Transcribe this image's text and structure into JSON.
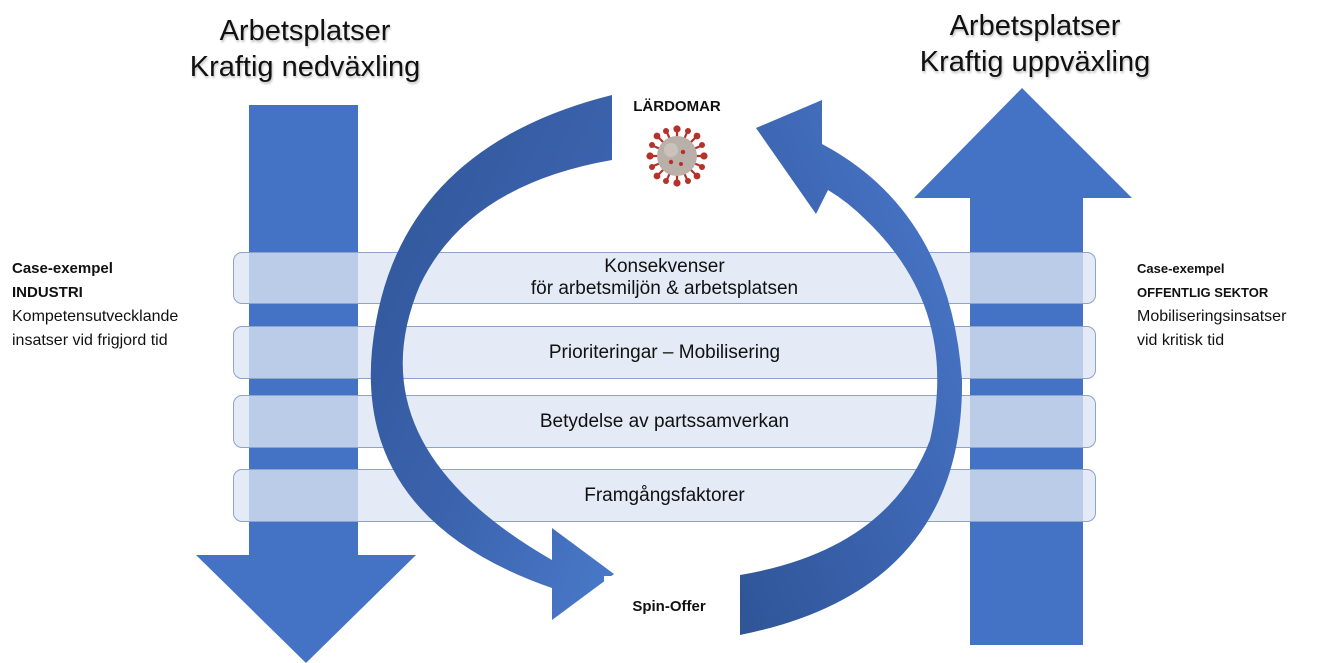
{
  "left_heading": {
    "line1": "Arbetsplatser",
    "line2": "Kraftig nedväxling"
  },
  "right_heading": {
    "line1": "Arbetsplatser",
    "line2": "Kraftig uppväxling"
  },
  "left_case": {
    "title": "Case-exempel",
    "sector": "INDUSTRI",
    "line1": "Kompetensutvecklande",
    "line2": "insatser vid frigjord tid"
  },
  "right_case": {
    "title": "Case-exempel",
    "sector": "OFFENTLIG SEKTOR",
    "line1": "Mobiliseringsinsatser",
    "line2": "vid kritisk tid"
  },
  "center_top_label": "LÄRDOMAR",
  "center_bottom_label": "Spin-Offer",
  "bands": [
    {
      "line1": "Konsekvenser",
      "line2": "för arbetsmiljön & arbetsplatsen"
    },
    {
      "line1": "Prioriteringar – Mobilisering"
    },
    {
      "line1": "Betydelse av partssamverkan"
    },
    {
      "line1": "Framgångsfaktorer"
    }
  ],
  "colors": {
    "arrow": "#4472c4",
    "arrow_dark": "#2f5597",
    "band_fill": "#dde5f4",
    "band_border": "#8ea3c9",
    "virus_body": "#b9b0aa",
    "virus_spike": "#b5322a"
  },
  "icons": {
    "virus": "virus-icon",
    "down_arrow": "down-arrow-icon",
    "up_arrow": "up-arrow-icon"
  }
}
